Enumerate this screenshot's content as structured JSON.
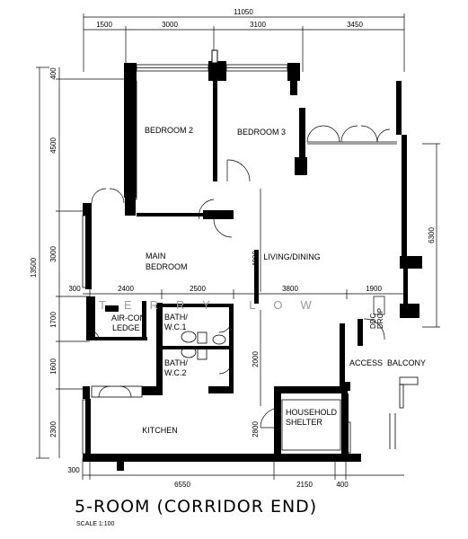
{
  "plan": {
    "title": "5-ROOM (CORRIDOR END)",
    "scale": "SCALE  1:100",
    "watermark": "TERRY  LOW",
    "rooms": {
      "bedroom2": "BEDROOM 2",
      "bedroom3": "BEDROOM 3",
      "main_bedroom": [
        "MAIN",
        "BEDROOM"
      ],
      "living_dining": "LIVING/DINING",
      "aircon_ledge": [
        "AIR-CON",
        "LEDGE"
      ],
      "bath1": [
        "BATH/",
        "W.C.1"
      ],
      "bath2": [
        "BATH/",
        "W.C.2"
      ],
      "kitchen": "KITCHEN",
      "household_shelter": [
        "HOUSEHOLD",
        "SHELTER"
      ],
      "access": "ACCESS",
      "balcony": "BALCONY",
      "ddrop": [
        "DDC",
        "DROP"
      ]
    },
    "dimensions": {
      "overall_width": "11050",
      "top": [
        "1500",
        "3000",
        "3100",
        "3450"
      ],
      "mid": [
        "300",
        "2400",
        "2500",
        "3800",
        "1900"
      ],
      "bottom": [
        "300",
        "6550",
        "2150",
        "400"
      ],
      "left": [
        "400",
        "4500",
        "3000",
        "1700",
        "1600",
        "2300"
      ],
      "overall_height": "13500",
      "right": "6300",
      "living_height": "4900",
      "corridor": "2000",
      "shelter": "2800"
    }
  }
}
